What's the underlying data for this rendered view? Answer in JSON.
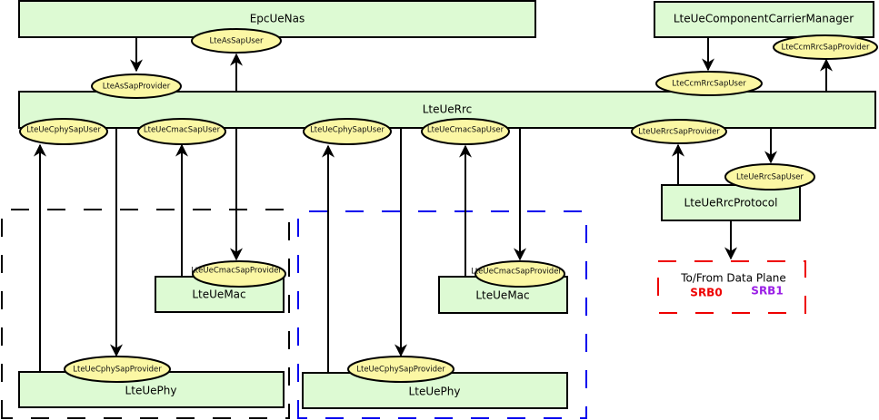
{
  "diagram": {
    "title": "LTE UE RRC architecture",
    "colors": {
      "box_fill": "#ddfad3",
      "sap_fill": "#fbf7a4",
      "cc0_border": "#000000",
      "cc1_border": "#0000ee",
      "data_plane_border": "#ee0000",
      "srb0": "#ee0000",
      "srb1": "#9a1ee6"
    },
    "boxes": {
      "epc_ue_nas": "EpcUeNas",
      "ccm": "LteUeComponentCarrierManager",
      "rrc": "LteUeRrc",
      "rrc_protocol": "LteUeRrcProtocol",
      "mac0": "LteUeMac",
      "mac1": "LteUeMac",
      "phy0": "LteUePhy",
      "phy1": "LteUePhy"
    },
    "saps": {
      "as_sap_user": "LteAsSapUser",
      "as_sap_provider": "LteAsSapProvider",
      "ccm_rrc_sap_user": "LteCcmRrcSapUser",
      "ccm_rrc_sap_provider": "LteCcmRrcSapProvider",
      "cphy_sap_user0": "LteUeCphySapUser",
      "cmac_sap_user0": "LteUeCmacSapUser",
      "cphy_sap_user1": "LteUeCphySapUser",
      "cmac_sap_user1": "LteUeCmacSapUser",
      "rrc_sap_provider": "LteUeRrcSapProvider",
      "rrc_sap_user": "LteUeRrcSapUser",
      "cmac_sap_provider0": "LteUeCmacSapProvider",
      "cmac_sap_provider1": "LteUeCmacSapProvider",
      "cphy_sap_provider0": "LteUeCphySapProvider",
      "cphy_sap_provider1": "LteUeCphySapProvider"
    },
    "data_plane": {
      "label": "To/From Data Plane",
      "srb0": "SRB0",
      "srb1": "SRB1"
    }
  }
}
